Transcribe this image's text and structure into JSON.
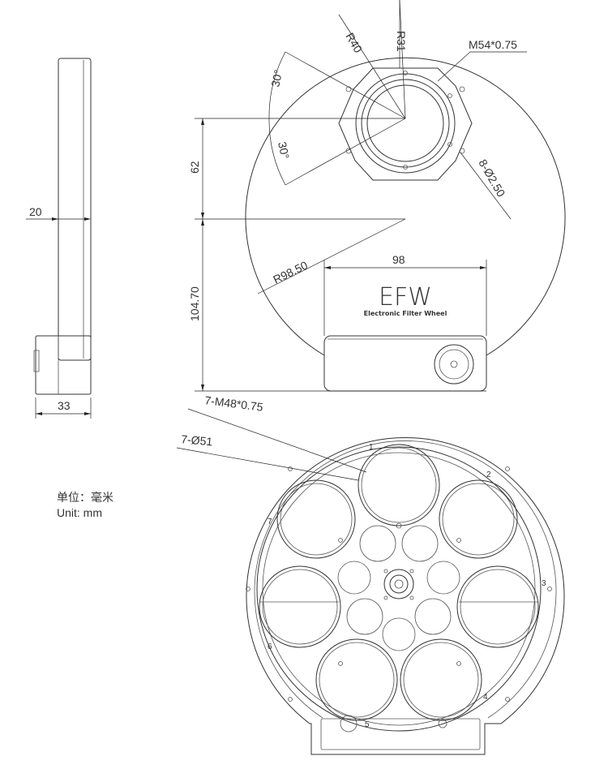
{
  "dimensions": {
    "r40": "R40",
    "r31": "R31",
    "thread_top": "M54*0.75",
    "angle_top": "30°",
    "angle_bottom": "30°",
    "height_upper": "62",
    "hole_pattern": "8-Ø2.50",
    "thickness": "20",
    "radius_body": "R98.50",
    "width_case": "98",
    "height_lower": "104.70",
    "depth_base": "33",
    "filter_thread": "7-M48*0.75",
    "filter_diameter": "7-Ø51"
  },
  "brand": {
    "logo": "EFW",
    "subtitle": "Electronic Filter Wheel"
  },
  "slot_labels": [
    "1",
    "2",
    "3",
    "4",
    "5",
    "6",
    "7"
  ],
  "units": {
    "line_cn": "单位：毫米",
    "line_en": "Unit:  mm"
  },
  "colors": {
    "line": "#333333",
    "background": "#ffffff"
  }
}
